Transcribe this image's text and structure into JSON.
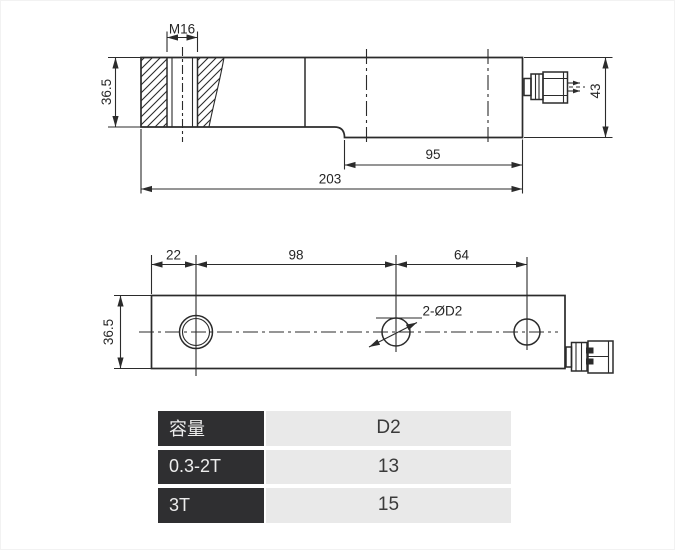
{
  "side_view": {
    "labels": {
      "thread": "M16",
      "height": "36.5",
      "connector_height": "43",
      "mount_length": "95",
      "total_length": "203"
    }
  },
  "plan_view": {
    "labels": {
      "edge_to_hole": "22",
      "hole_span": "98",
      "hole_span2": "64",
      "width": "36.5",
      "hole_callout": "2-ØD2"
    }
  },
  "table": {
    "header": {
      "capacity": "容量",
      "d2": "D2"
    },
    "rows": [
      {
        "capacity": "0.3-2T",
        "d2": "13"
      },
      {
        "capacity": "3T",
        "d2": "15"
      }
    ]
  },
  "colors": {
    "line": "#2b2b2b",
    "table_dark": "#2f2f31",
    "table_light": "#e9e9e9",
    "background": "#ffffff"
  }
}
